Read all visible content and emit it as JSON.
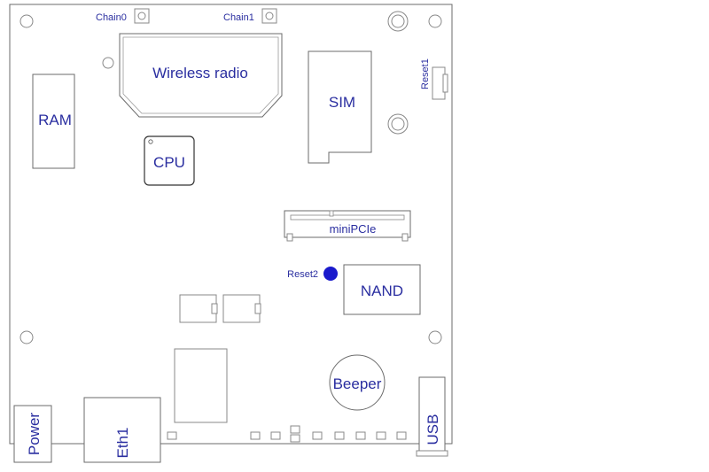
{
  "labels": {
    "chain0": "Chain0",
    "chain1": "Chain1",
    "wireless": "Wireless radio",
    "reset1": "Reset1",
    "ram": "RAM",
    "sim": "SIM",
    "cpu": "CPU",
    "minipcie": "miniPCIe",
    "reset2": "Reset2",
    "nand": "NAND",
    "beeper": "Beeper",
    "power": "Power",
    "eth1": "Eth1",
    "usb": "USB"
  },
  "colors": {
    "label": "#2a2ea0",
    "reset2_dot": "#1a1acc",
    "outline": "#6b6b6b"
  }
}
